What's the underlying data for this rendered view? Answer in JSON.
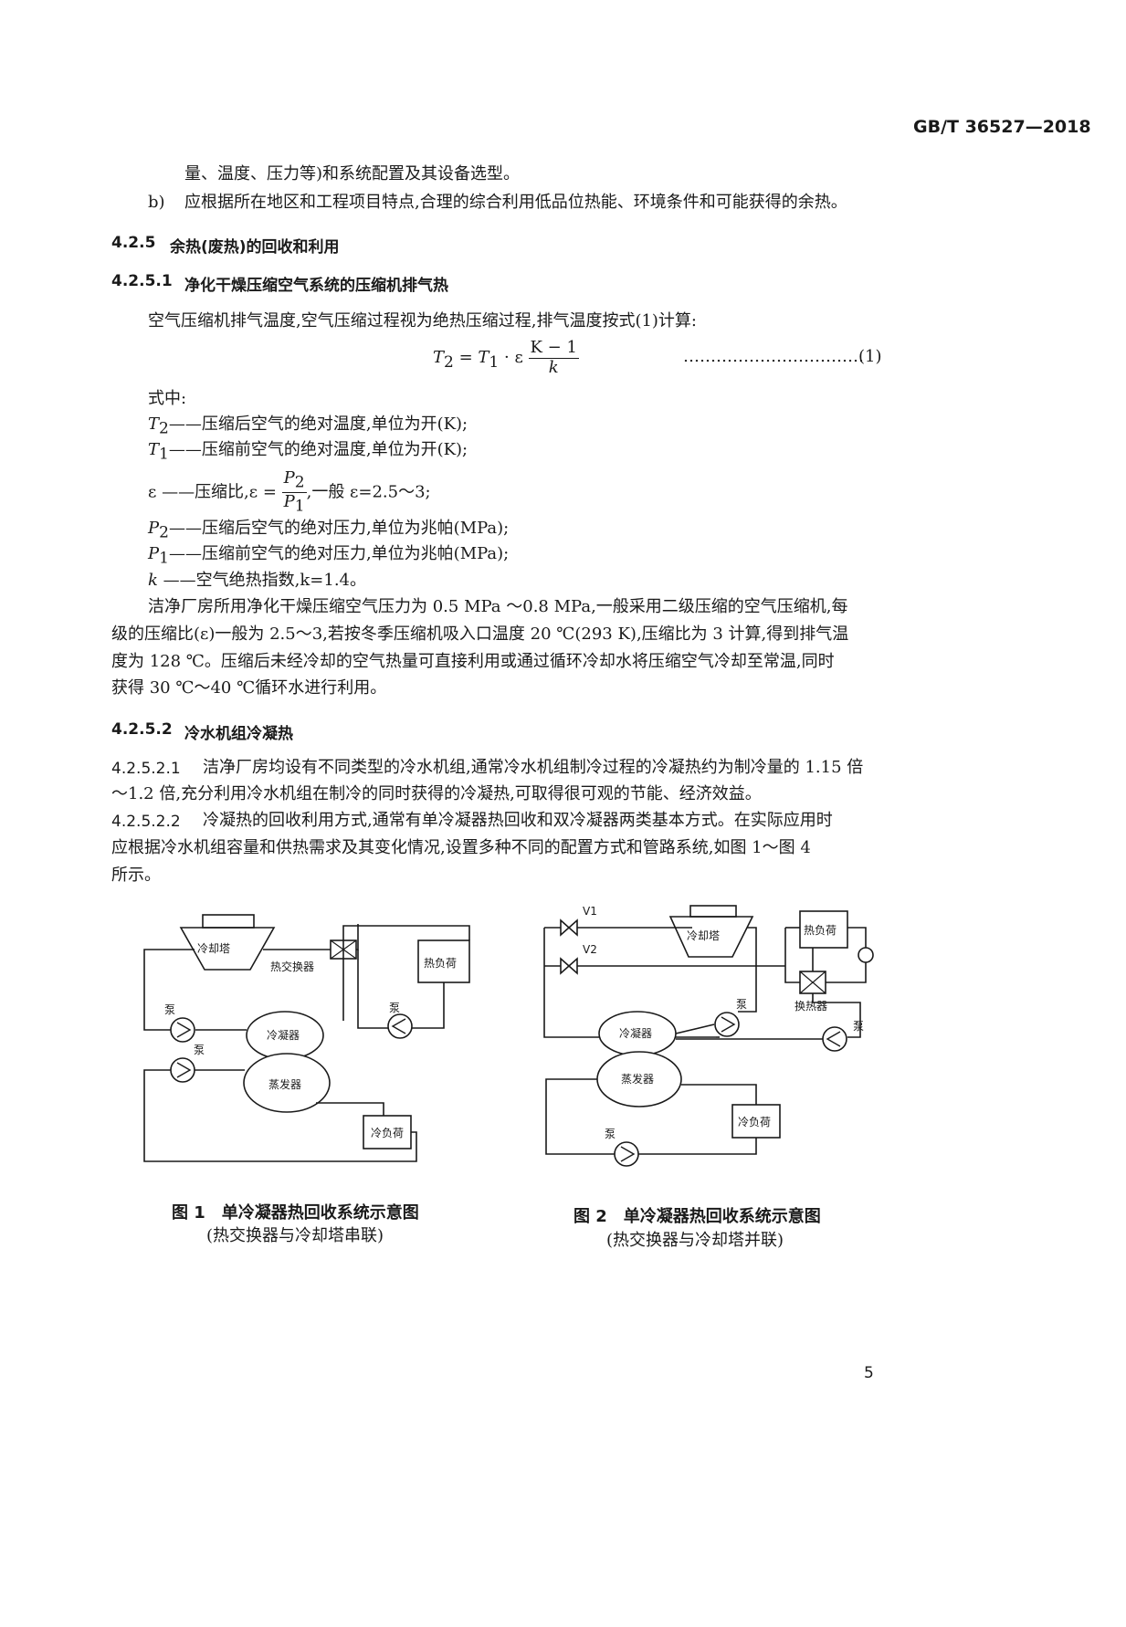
{
  "header": {
    "standard_no": "GB/T 36527—2018"
  },
  "intro": {
    "line1": "量、温度、压力等)和系统配置及其设备选型。",
    "b_label": "b)",
    "b_text": "应根据所在地区和工程项目特点,合理的综合利用低品位热能、环境条件和可能获得的余热。"
  },
  "s425": {
    "num": "4.2.5",
    "title": "余热(废热)的回收和利用"
  },
  "s4251": {
    "num": "4.2.5.1",
    "title": "净化干燥压缩空气系统的压缩机排气热",
    "para": "空气压缩机排气温度,空气压缩过程视为绝热压缩过程,排气温度按式(1)计算:"
  },
  "formula": {
    "lhs": "T",
    "lhs_sub": "2",
    "eq": "=",
    "t1": "T",
    "t1_sub": "1",
    "dot": "·",
    "eps": "ε",
    "num": "K − 1",
    "den": "k",
    "dots": "……………………………",
    "tag": "(1)"
  },
  "where": {
    "label": "式中:",
    "t2_sym": "T",
    "t2_sub": "2",
    "t2_desc": "——压缩后空气的绝对温度,单位为开(K);",
    "t1_sym": "T",
    "t1_sub": "1",
    "t1_desc": "——压缩前空气的绝对温度,单位为开(K);",
    "eps_sym": "ε",
    "eps_desc": "——压缩比,ε =",
    "eps_num": "P",
    "eps_num_sub": "2",
    "eps_den": "P",
    "eps_den_sub": "1",
    "eps_tail": ",一般 ε=2.5～3;",
    "p2_sym": "P",
    "p2_sub": "2",
    "p2_desc": "——压缩后空气的绝对压力,单位为兆帕(MPa);",
    "p1_sym": "P",
    "p1_sub": "1",
    "p1_desc": "——压缩前空气的绝对压力,单位为兆帕(MPa);",
    "k_sym": "k",
    "k_desc": "——空气绝热指数,k=1.4。"
  },
  "para2": {
    "l1": "洁净厂房所用净化干燥压缩空气压力为 0.5 MPa ～0.8 MPa,一般采用二级压缩的空气压缩机,每",
    "l2": "级的压缩比(ε)一般为 2.5～3,若按冬季压缩机吸入口温度 20 ℃(293 K),压缩比为 3 计算,得到排气温",
    "l3": "度为 128 ℃。压缩后未经冷却的空气热量可直接利用或通过循环冷却水将压缩空气冷却至常温,同时",
    "l4": "获得 30 ℃～40 ℃循环水进行利用。"
  },
  "s4252": {
    "num": "4.2.5.2",
    "title": "冷水机组冷凝热"
  },
  "s42521": {
    "num": "4.2.5.2.1",
    "l1": "洁净厂房均设有不同类型的冷水机组,通常冷水机组制冷过程的冷凝热约为制冷量的 1.15 倍",
    "l2": "～1.2 倍,充分利用冷水机组在制冷的同时获得的冷凝热,可取得很可观的节能、经济效益。"
  },
  "s42522": {
    "num": "4.2.5.2.2",
    "l1": "冷凝热的回收利用方式,通常有单冷凝器热回收和双冷凝器两类基本方式。在实际应用时",
    "l2": "应根据冷水机组容量和供热需求及其变化情况,设置多种不同的配置方式和管路系统,如图 1～图 4",
    "l3": "所示。"
  },
  "fig1": {
    "labels": {
      "tower": "冷却塔",
      "hx": "热交换器",
      "heat_load": "热负荷",
      "pump_a": "泵",
      "pump_b": "泵",
      "pump_c": "泵",
      "condenser": "冷凝器",
      "evaporator": "蒸发器",
      "cool_load": "冷负荷"
    },
    "caption": "图 1　单冷凝器热回收系统示意图",
    "subcaption": "(热交换器与冷却塔串联)"
  },
  "fig2": {
    "labels": {
      "v1": "V1",
      "v2": "V2",
      "tower": "冷却塔",
      "heat_load": "热负荷",
      "hx": "换热器",
      "pump_a": "泵",
      "pump_b": "泵",
      "pump_c": "泵",
      "condenser": "冷凝器",
      "evaporator": "蒸发器",
      "cool_load": "冷负荷"
    },
    "caption": "图 2　单冷凝器热回收系统示意图",
    "subcaption": "(热交换器与冷却塔并联)"
  },
  "footer": {
    "page": "5"
  }
}
